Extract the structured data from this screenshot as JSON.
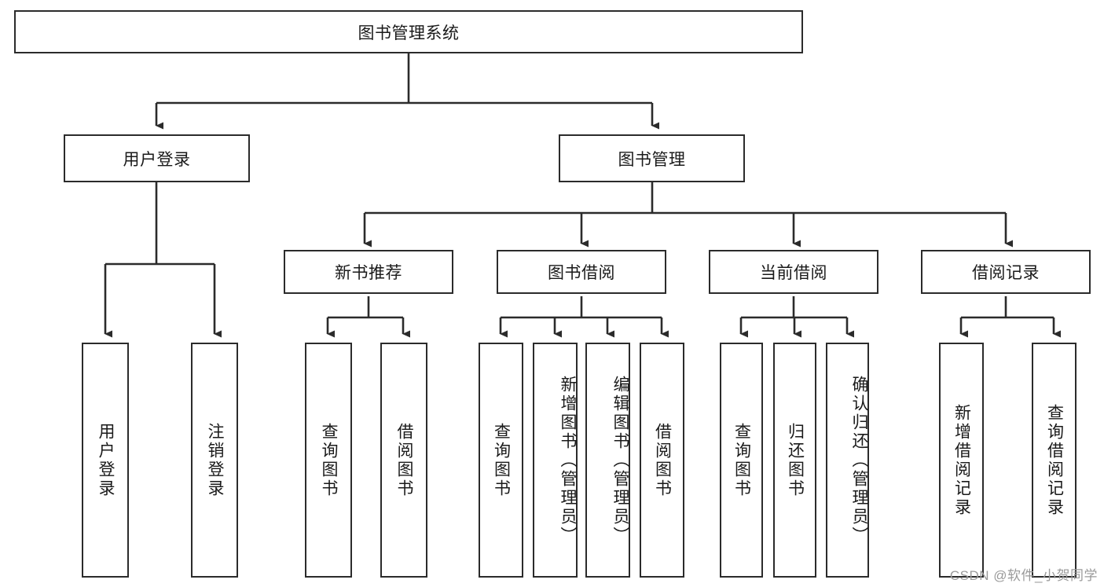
{
  "diagram": {
    "title": "图书管理系统",
    "type": "hierarchy-tree",
    "root": {
      "id": "root",
      "label": "图书管理系统"
    },
    "level2": [
      {
        "id": "user-login",
        "label": "用户登录"
      },
      {
        "id": "book-manage",
        "label": "图书管理"
      }
    ],
    "level3": [
      {
        "id": "new-book-recommend",
        "label": "新书推荐"
      },
      {
        "id": "book-borrow",
        "label": "图书借阅"
      },
      {
        "id": "current-borrow",
        "label": "当前借阅"
      },
      {
        "id": "borrow-record",
        "label": "借阅记录"
      }
    ],
    "leaves": [
      {
        "id": "leaf-user-login",
        "label": "用户登录",
        "parent": "user-login"
      },
      {
        "id": "leaf-logout-login",
        "label": "注销登录",
        "parent": "user-login"
      },
      {
        "id": "leaf-query-book-1",
        "label": "查询图书",
        "parent": "new-book-recommend"
      },
      {
        "id": "leaf-borrow-book-1",
        "label": "借阅图书",
        "parent": "new-book-recommend"
      },
      {
        "id": "leaf-query-book-2",
        "label": "查询图书",
        "parent": "book-borrow"
      },
      {
        "id": "leaf-add-book",
        "label": "新增图书（管理员）",
        "parent": "book-borrow"
      },
      {
        "id": "leaf-edit-book",
        "label": "编辑图书（管理员）",
        "parent": "book-borrow"
      },
      {
        "id": "leaf-borrow-book-2",
        "label": "借阅图书",
        "parent": "book-borrow"
      },
      {
        "id": "leaf-query-book-3",
        "label": "查询图书",
        "parent": "current-borrow"
      },
      {
        "id": "leaf-return-book",
        "label": "归还图书",
        "parent": "current-borrow"
      },
      {
        "id": "leaf-confirm-return",
        "label": "确认归还（管理员）",
        "parent": "current-borrow"
      },
      {
        "id": "leaf-add-record",
        "label": "新增借阅记录",
        "parent": "borrow-record"
      },
      {
        "id": "leaf-query-record",
        "label": "查询借阅记录",
        "parent": "borrow-record"
      }
    ]
  },
  "watermark": {
    "text": "CSDN @软件_小贺同学"
  },
  "colors": {
    "stroke": "#2b2b2b",
    "fill": "#ffffff",
    "text": "#1a1a1a",
    "watermark": "#9a9a9a"
  }
}
